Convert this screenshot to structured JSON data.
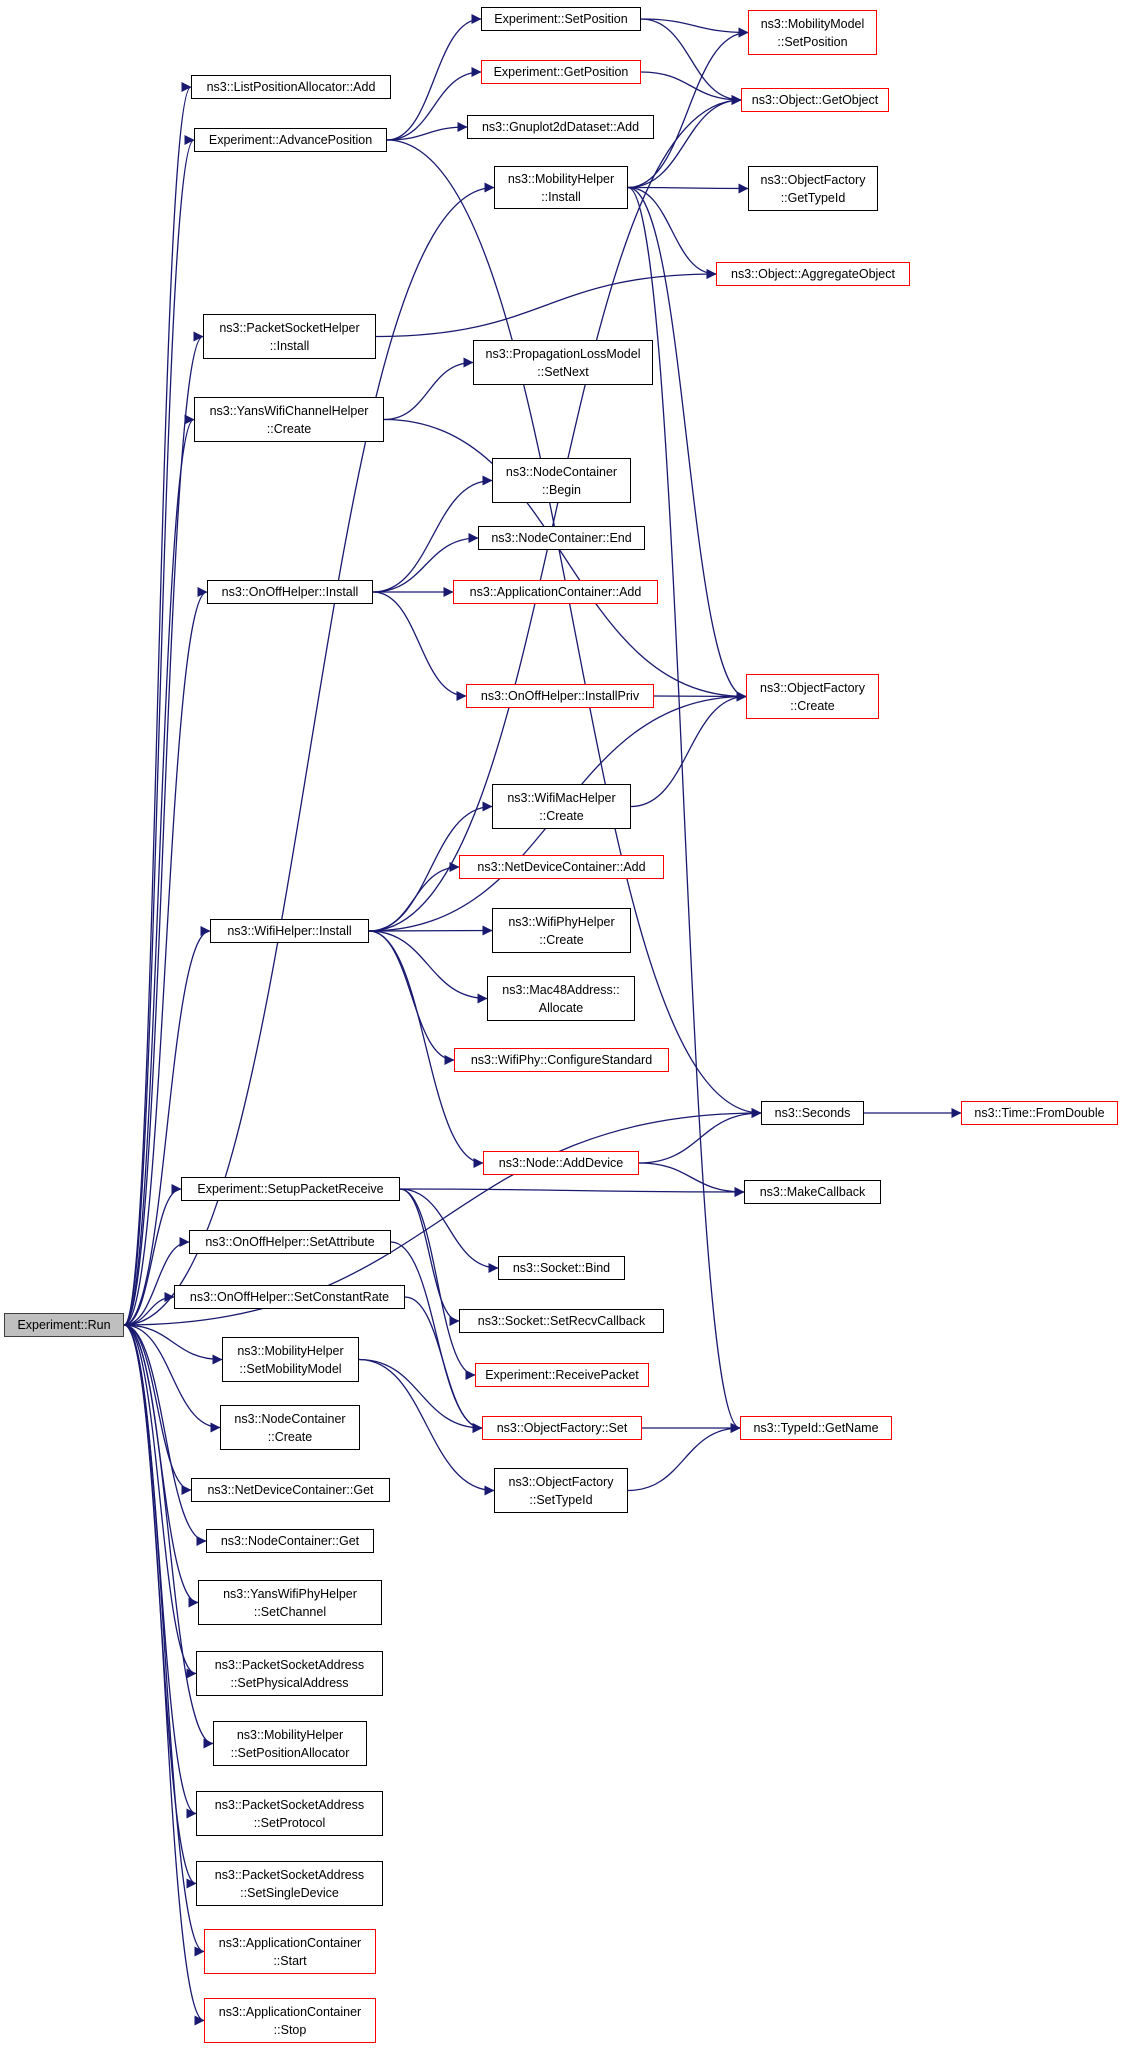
{
  "colors": {
    "edge": "#191970",
    "border_normal": "#000000",
    "border_link": "#ff0000",
    "root_fill": "#bfbfbf"
  },
  "nodes": [
    {
      "id": "run",
      "label": "Experiment::Run",
      "style": "root"
    },
    {
      "id": "lpa_add",
      "label": "ns3::ListPositionAllocator::Add",
      "style": "normal"
    },
    {
      "id": "adv_pos",
      "label": "Experiment::AdvancePosition",
      "style": "normal"
    },
    {
      "id": "set_pos",
      "label": "Experiment::SetPosition",
      "style": "normal"
    },
    {
      "id": "get_pos",
      "label": "Experiment::GetPosition",
      "style": "red"
    },
    {
      "id": "gnuplot_add",
      "label": "ns3::Gnuplot2dDataset::Add",
      "style": "normal"
    },
    {
      "id": "mm_setpos",
      "label": "ns3::MobilityModel\n::SetPosition",
      "style": "red"
    },
    {
      "id": "obj_getobj",
      "label": "ns3::Object::GetObject",
      "style": "red"
    },
    {
      "id": "mh_install",
      "label": "ns3::MobilityHelper\n::Install",
      "style": "normal"
    },
    {
      "id": "of_gettypeid",
      "label": "ns3::ObjectFactory\n::GetTypeId",
      "style": "normal"
    },
    {
      "id": "obj_aggregate",
      "label": "ns3::Object::AggregateObject",
      "style": "red"
    },
    {
      "id": "psh_install",
      "label": "ns3::PacketSocketHelper\n::Install",
      "style": "normal"
    },
    {
      "id": "plm_setnext",
      "label": "ns3::PropagationLossModel\n::SetNext",
      "style": "normal"
    },
    {
      "id": "ywch_create",
      "label": "ns3::YansWifiChannelHelper\n::Create",
      "style": "normal"
    },
    {
      "id": "nc_begin",
      "label": "ns3::NodeContainer\n::Begin",
      "style": "normal"
    },
    {
      "id": "nc_end",
      "label": "ns3::NodeContainer::End",
      "style": "normal"
    },
    {
      "id": "ooh_install",
      "label": "ns3::OnOffHelper::Install",
      "style": "normal"
    },
    {
      "id": "ac_add",
      "label": "ns3::ApplicationContainer::Add",
      "style": "red"
    },
    {
      "id": "ooh_installpriv",
      "label": "ns3::OnOffHelper::InstallPriv",
      "style": "red"
    },
    {
      "id": "of_create",
      "label": "ns3::ObjectFactory\n::Create",
      "style": "red"
    },
    {
      "id": "wmh_create",
      "label": "ns3::WifiMacHelper\n::Create",
      "style": "normal"
    },
    {
      "id": "ndc_add",
      "label": "ns3::NetDeviceContainer::Add",
      "style": "red"
    },
    {
      "id": "wh_install",
      "label": "ns3::WifiHelper::Install",
      "style": "normal"
    },
    {
      "id": "wph_create",
      "label": "ns3::WifiPhyHelper\n::Create",
      "style": "normal"
    },
    {
      "id": "mac48_alloc",
      "label": "ns3::Mac48Address::\nAllocate",
      "style": "normal"
    },
    {
      "id": "wp_configstd",
      "label": "ns3::WifiPhy::ConfigureStandard",
      "style": "red"
    },
    {
      "id": "seconds",
      "label": "ns3::Seconds",
      "style": "normal"
    },
    {
      "id": "time_fromdouble",
      "label": "ns3::Time::FromDouble",
      "style": "red"
    },
    {
      "id": "node_adddevice",
      "label": "ns3::Node::AddDevice",
      "style": "red"
    },
    {
      "id": "setup_recv",
      "label": "Experiment::SetupPacketReceive",
      "style": "normal"
    },
    {
      "id": "makecallback",
      "label": "ns3::MakeCallback",
      "style": "normal"
    },
    {
      "id": "ooh_setattr",
      "label": "ns3::OnOffHelper::SetAttribute",
      "style": "normal"
    },
    {
      "id": "socket_bind",
      "label": "ns3::Socket::Bind",
      "style": "normal"
    },
    {
      "id": "ooh_setconst",
      "label": "ns3::OnOffHelper::SetConstantRate",
      "style": "normal"
    },
    {
      "id": "socket_setrecv",
      "label": "ns3::Socket::SetRecvCallback",
      "style": "normal"
    },
    {
      "id": "mh_setmobility",
      "label": "ns3::MobilityHelper\n::SetMobilityModel",
      "style": "normal"
    },
    {
      "id": "recv_packet",
      "label": "Experiment::ReceivePacket",
      "style": "red"
    },
    {
      "id": "nc_create",
      "label": "ns3::NodeContainer\n::Create",
      "style": "normal"
    },
    {
      "id": "of_set",
      "label": "ns3::ObjectFactory::Set",
      "style": "red"
    },
    {
      "id": "typeid_getname",
      "label": "ns3::TypeId::GetName",
      "style": "red"
    },
    {
      "id": "of_settypeid",
      "label": "ns3::ObjectFactory\n::SetTypeId",
      "style": "normal"
    },
    {
      "id": "ndc_get",
      "label": "ns3::NetDeviceContainer::Get",
      "style": "normal"
    },
    {
      "id": "nc_get",
      "label": "ns3::NodeContainer::Get",
      "style": "normal"
    },
    {
      "id": "ywph_setchannel",
      "label": "ns3::YansWifiPhyHelper\n::SetChannel",
      "style": "normal"
    },
    {
      "id": "psa_setphys",
      "label": "ns3::PacketSocketAddress\n::SetPhysicalAddress",
      "style": "normal"
    },
    {
      "id": "mh_setposalloc",
      "label": "ns3::MobilityHelper\n::SetPositionAllocator",
      "style": "normal"
    },
    {
      "id": "psa_setproto",
      "label": "ns3::PacketSocketAddress\n::SetProtocol",
      "style": "normal"
    },
    {
      "id": "psa_setsingle",
      "label": "ns3::PacketSocketAddress\n::SetSingleDevice",
      "style": "normal"
    },
    {
      "id": "ac_start",
      "label": "ns3::ApplicationContainer\n::Start",
      "style": "red"
    },
    {
      "id": "ac_stop",
      "label": "ns3::ApplicationContainer\n::Stop",
      "style": "red"
    }
  ],
  "edges": [
    [
      "run",
      "lpa_add"
    ],
    [
      "run",
      "adv_pos"
    ],
    [
      "run",
      "mh_install"
    ],
    [
      "run",
      "psh_install"
    ],
    [
      "run",
      "ywch_create"
    ],
    [
      "run",
      "ooh_install"
    ],
    [
      "run",
      "wh_install"
    ],
    [
      "run",
      "seconds"
    ],
    [
      "run",
      "setup_recv"
    ],
    [
      "run",
      "ooh_setattr"
    ],
    [
      "run",
      "ooh_setconst"
    ],
    [
      "run",
      "mh_setmobility"
    ],
    [
      "run",
      "nc_create"
    ],
    [
      "run",
      "ndc_get"
    ],
    [
      "run",
      "nc_get"
    ],
    [
      "run",
      "ywph_setchannel"
    ],
    [
      "run",
      "psa_setphys"
    ],
    [
      "run",
      "mh_setposalloc"
    ],
    [
      "run",
      "psa_setproto"
    ],
    [
      "run",
      "psa_setsingle"
    ],
    [
      "run",
      "ac_start"
    ],
    [
      "run",
      "ac_stop"
    ],
    [
      "adv_pos",
      "set_pos"
    ],
    [
      "adv_pos",
      "get_pos"
    ],
    [
      "adv_pos",
      "gnuplot_add"
    ],
    [
      "adv_pos",
      "seconds"
    ],
    [
      "set_pos",
      "mm_setpos"
    ],
    [
      "set_pos",
      "obj_getobj"
    ],
    [
      "get_pos",
      "obj_getobj"
    ],
    [
      "mh_install",
      "mm_setpos"
    ],
    [
      "mh_install",
      "obj_getobj"
    ],
    [
      "mh_install",
      "of_gettypeid"
    ],
    [
      "mh_install",
      "obj_aggregate"
    ],
    [
      "mh_install",
      "of_create"
    ],
    [
      "mh_install",
      "typeid_getname"
    ],
    [
      "psh_install",
      "obj_aggregate"
    ],
    [
      "ywch_create",
      "plm_setnext"
    ],
    [
      "ywch_create",
      "of_create"
    ],
    [
      "ooh_install",
      "nc_begin"
    ],
    [
      "ooh_install",
      "nc_end"
    ],
    [
      "ooh_install",
      "ac_add"
    ],
    [
      "ooh_install",
      "ooh_installpriv"
    ],
    [
      "ooh_installpriv",
      "of_create"
    ],
    [
      "wh_install",
      "obj_getobj"
    ],
    [
      "wh_install",
      "of_create"
    ],
    [
      "wh_install",
      "wmh_create"
    ],
    [
      "wh_install",
      "ndc_add"
    ],
    [
      "wh_install",
      "wph_create"
    ],
    [
      "wh_install",
      "mac48_alloc"
    ],
    [
      "wh_install",
      "wp_configstd"
    ],
    [
      "wh_install",
      "node_adddevice"
    ],
    [
      "wmh_create",
      "of_create"
    ],
    [
      "node_adddevice",
      "seconds"
    ],
    [
      "node_adddevice",
      "makecallback"
    ],
    [
      "seconds",
      "time_fromdouble"
    ],
    [
      "setup_recv",
      "makecallback"
    ],
    [
      "setup_recv",
      "socket_bind"
    ],
    [
      "setup_recv",
      "socket_setrecv"
    ],
    [
      "setup_recv",
      "recv_packet"
    ],
    [
      "ooh_setattr",
      "of_set"
    ],
    [
      "ooh_setconst",
      "of_set"
    ],
    [
      "mh_setmobility",
      "of_set"
    ],
    [
      "mh_setmobility",
      "of_settypeid"
    ],
    [
      "of_set",
      "typeid_getname"
    ],
    [
      "of_settypeid",
      "typeid_getname"
    ]
  ]
}
